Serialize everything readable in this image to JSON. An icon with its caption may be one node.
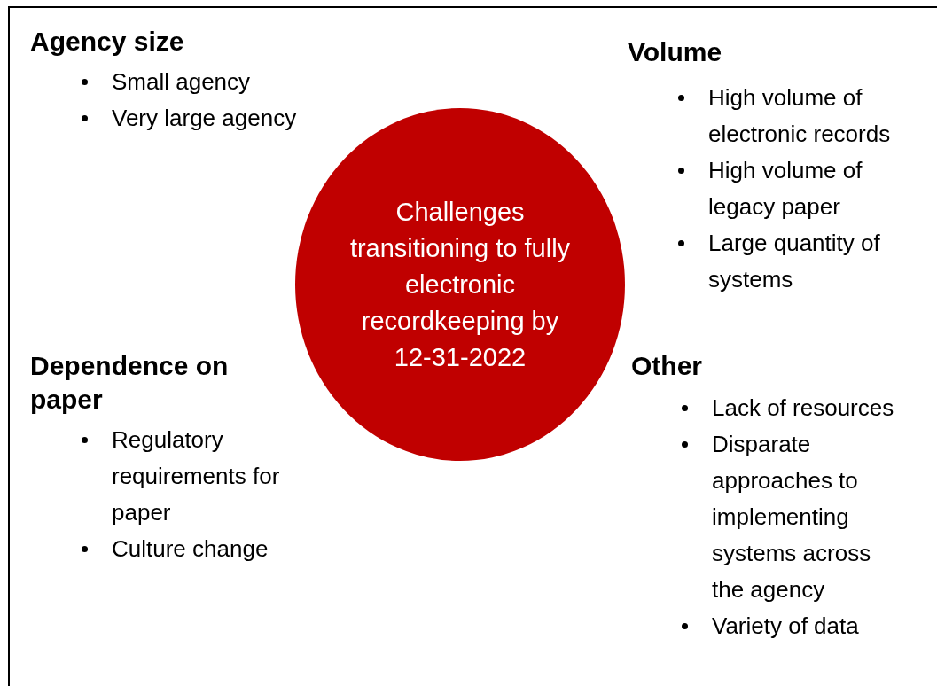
{
  "diagram": {
    "nodes": [
      {
        "text": [
          "Challenges transitioning to fully electronic recordkeeping by 12-31-2022"
        ]
      }
    ],
    "labels": [
      "Agency size",
      "Small agency",
      "Very large agency",
      "Volume",
      "High volume of electronic records",
      "High volume of legacy paper",
      "Large quantity of systems",
      "Dependence on paper",
      "Regulatory requirements for paper",
      "Culture change",
      "Other",
      "Lack of resources",
      "Disparate approaches to implementing systems across the agency",
      "Variety of data"
    ]
  }
}
